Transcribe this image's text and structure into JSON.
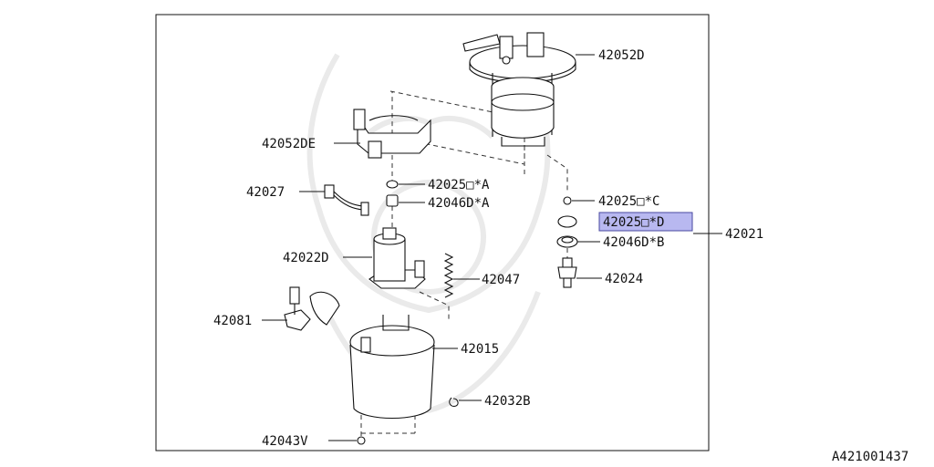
{
  "diagram_id": "A421001437",
  "assembly_label": "42021",
  "parts": [
    {
      "id": "p42052D",
      "label": "42052D"
    },
    {
      "id": "p42052DE",
      "label": "42052DE"
    },
    {
      "id": "p42025A",
      "label": "42025□*A"
    },
    {
      "id": "p42027",
      "label": "42027"
    },
    {
      "id": "p42046A",
      "label": "42046D*A"
    },
    {
      "id": "p42025C",
      "label": "42025□*C"
    },
    {
      "id": "p42025D",
      "label": "42025□*D"
    },
    {
      "id": "p42046B",
      "label": "42046D*B"
    },
    {
      "id": "p42022D",
      "label": "42022D"
    },
    {
      "id": "p42047",
      "label": "42047"
    },
    {
      "id": "p42024",
      "label": "42024"
    },
    {
      "id": "p42081",
      "label": "42081"
    },
    {
      "id": "p42015",
      "label": "42015"
    },
    {
      "id": "p42032B",
      "label": "42032B"
    },
    {
      "id": "p42043V",
      "label": "42043V"
    }
  ],
  "highlighted_part": "42025□*D",
  "colors": {
    "highlight": "#b8b8f0",
    "line": "#111111"
  }
}
